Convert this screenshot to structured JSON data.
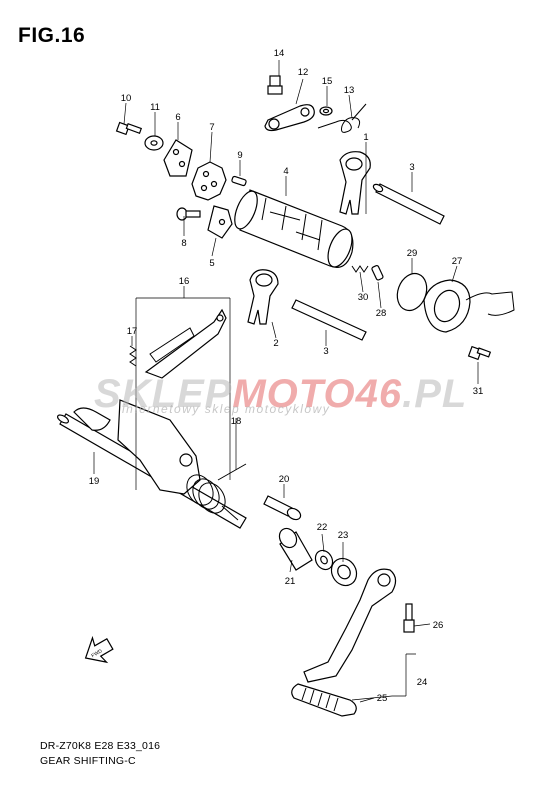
{
  "figure": {
    "title": "FIG.16",
    "model_code": "DR-Z70K8 E28 E33_016",
    "caption": "GEAR SHIFTING-C"
  },
  "watermark": {
    "main_gray": "SKLEP",
    "main_red": "MOTO46",
    "main_tail": ".PL",
    "subtitle": "internetowy sklep motocyklowy"
  },
  "callouts": {
    "c1": "1",
    "c2": "2",
    "c3a": "3",
    "c3b": "3",
    "c4": "4",
    "c5": "5",
    "c6": "6",
    "c7": "7",
    "c8": "8",
    "c9": "9",
    "c10": "10",
    "c11": "11",
    "c12": "12",
    "c13": "13",
    "c14": "14",
    "c15": "15",
    "c16": "16",
    "c17": "17",
    "c18": "18",
    "c19": "19",
    "c20": "20",
    "c21": "21",
    "c22": "22",
    "c23": "23",
    "c24": "24",
    "c25": "25",
    "c26": "26",
    "c27": "27",
    "c28": "28",
    "c29": "29",
    "c30": "30",
    "c31": "31"
  },
  "colors": {
    "line": "#000000",
    "watermark_gray": "#b9b9b9",
    "watermark_red": "#e46a6a"
  },
  "icons": {
    "direction_arrow": "fwd-arrow-icon"
  }
}
